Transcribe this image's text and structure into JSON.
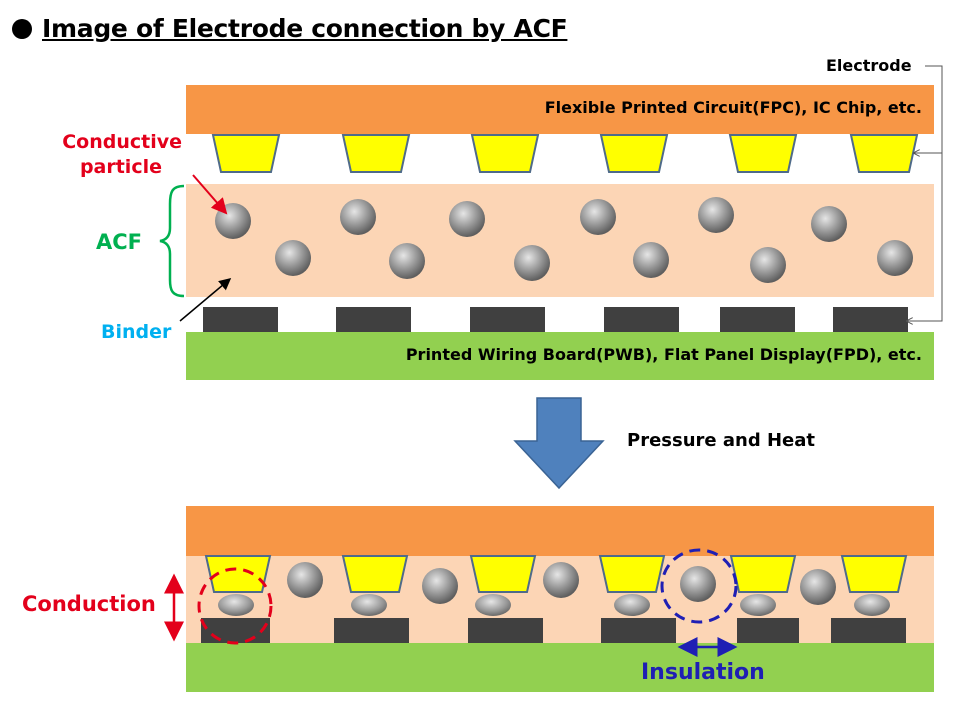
{
  "title": "Image of Electrode connection by ACF",
  "labels": {
    "electrode": "Electrode",
    "conductive_particle_line1": "Conductive",
    "conductive_particle_line2": "particle",
    "acf": "ACF",
    "binder": "Binder",
    "fpc": "Flexible Printed Circuit(FPC), IC Chip, etc.",
    "pwb": "Printed Wiring Board(PWB), Flat Panel Display(FPD), etc.",
    "process": "Pressure and Heat",
    "conduction": "Conduction",
    "insulation": "Insulation"
  },
  "colors": {
    "fpc": "#f79646",
    "acf": "#fcd5b5",
    "pwb": "#92d050",
    "electrode_top": "#ffff00",
    "electrode_bottom": "#404040",
    "arrow": "#4f81bd",
    "conductive_label": "#e3001b",
    "acf_label": "#00b050",
    "binder_label": "#00b0f0",
    "conduction_marker": "#e3001b",
    "insulation_marker": "#1f1fb4"
  },
  "icons": {
    "bullet": "black-circle-icon",
    "process_arrow": "down-arrow-icon"
  }
}
